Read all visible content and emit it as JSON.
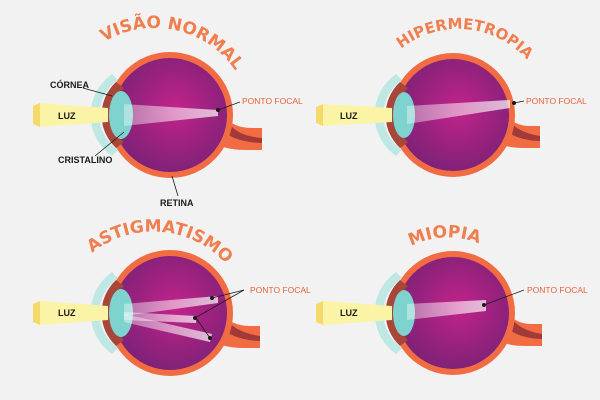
{
  "colors": {
    "background": "#f2f2f2",
    "title": "#f07e4e",
    "eye_outer": "#f26c43",
    "eye_inner": "#8a1f6f",
    "lens": "#7fd3cf",
    "cornea": "#bfe7e3",
    "light": "#fbf3a6",
    "focal_label": "#e8623a"
  },
  "labels": {
    "cornea": "CÓRNEA",
    "cristalino": "CRISTALINO",
    "retina": "RETINA"
  },
  "panels": [
    {
      "title": "VISÃO NORMAL",
      "light_label": "LUZ",
      "focal_label": "PONTO FOCAL"
    },
    {
      "title": "HIPERMETROPIA",
      "light_label": "LUZ",
      "focal_label": "PONTO FOCAL"
    },
    {
      "title": "ASTIGMATISMO",
      "light_label": "LUZ",
      "focal_label": "PONTO FOCAL"
    },
    {
      "title": "MIOPIA",
      "light_label": "LUZ",
      "focal_label": "PONTO FOCAL"
    }
  ]
}
